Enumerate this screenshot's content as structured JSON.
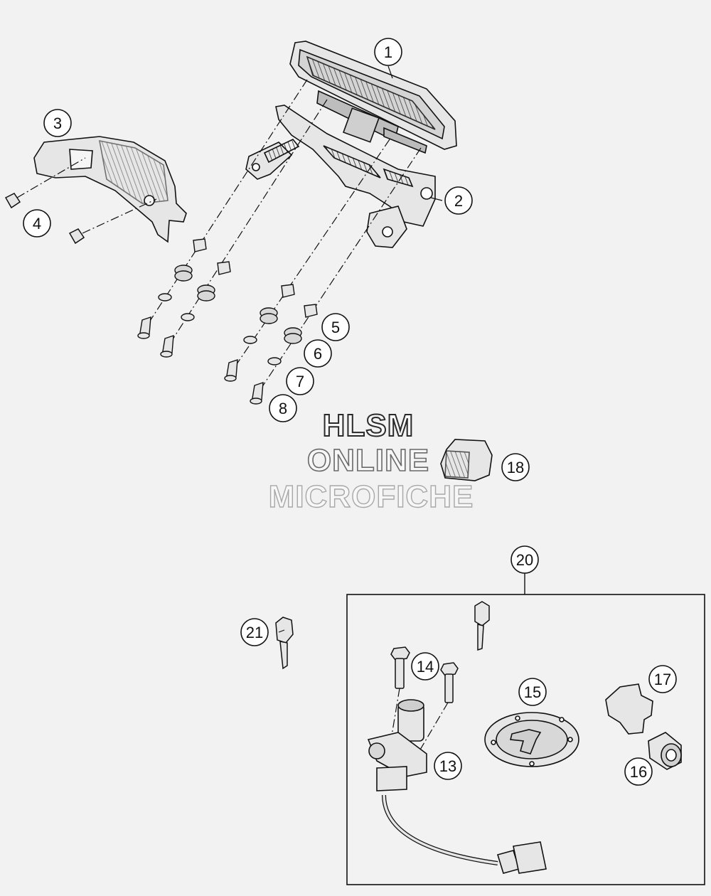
{
  "watermark": {
    "line1": "HLSM",
    "line2": "ONLINE",
    "line3": "MICROFICHE"
  },
  "callouts": [
    "1",
    "2",
    "3",
    "4",
    "5",
    "6",
    "7",
    "8",
    "13",
    "14",
    "15",
    "16",
    "17",
    "18",
    "20",
    "21"
  ],
  "colors": {
    "background": "#f2f2f2",
    "line": "#111111",
    "part_fill": "#e6e6e6",
    "part_shade": "#a8a8a8"
  }
}
